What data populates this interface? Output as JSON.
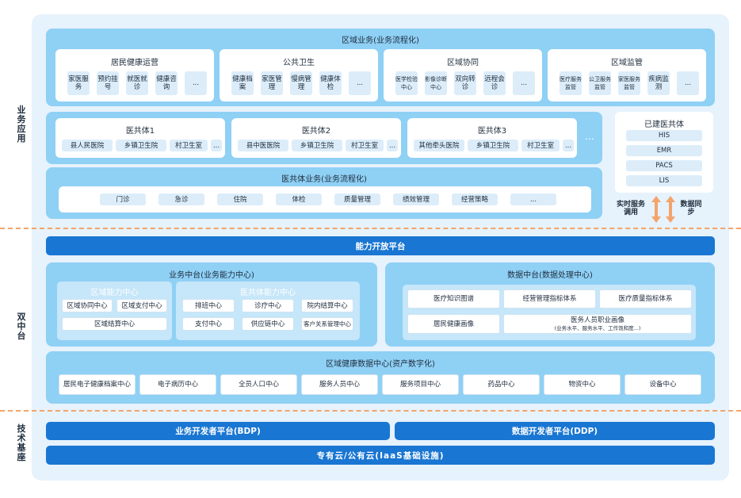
{
  "side_labels": {
    "business": "业务应用",
    "dual": "双中台",
    "tech": "技术基座"
  },
  "regional": {
    "title": "区域业务(业务流程化)",
    "groups": [
      {
        "title": "居民健康运营",
        "items": [
          "家医服务",
          "预约挂号",
          "就医就诊",
          "健康咨询",
          "..."
        ]
      },
      {
        "title": "公共卫生",
        "items": [
          "健康档案",
          "家医管理",
          "慢病管理",
          "健康体检",
          "..."
        ]
      },
      {
        "title": "区域协同",
        "items": [
          "医学检验中心",
          "影像诊断中心",
          "双向转诊",
          "远程会诊",
          "..."
        ]
      },
      {
        "title": "区域监管",
        "items": [
          "医疗服务监管",
          "公卫服务监管",
          "家医服务监管",
          "疾病监测",
          "..."
        ]
      }
    ]
  },
  "alliances": [
    {
      "title": "医共体1",
      "items": [
        "县人民医院",
        "乡镇卫生院",
        "村卫生室",
        "..."
      ]
    },
    {
      "title": "医共体2",
      "items": [
        "县中医医院",
        "乡镇卫生院",
        "村卫生室",
        "..."
      ]
    },
    {
      "title": "医共体3",
      "items": [
        "其他牵头医院",
        "乡镇卫生院",
        "村卫生室",
        "..."
      ]
    }
  ],
  "alliance_more": "...",
  "alliance_business": {
    "title": "医共体业务(业务流程化)",
    "items": [
      "门诊",
      "急诊",
      "住院",
      "体检",
      "质量管理",
      "绩效管理",
      "经营策略",
      "..."
    ]
  },
  "built": {
    "title": "已建医共体",
    "items": [
      "HIS",
      "EMR",
      "PACS",
      "LIS"
    ]
  },
  "sync_labels": {
    "left": "实时服务调用",
    "right": "数据同步"
  },
  "open_platform": "能力开放平台",
  "biz_center": {
    "title": "业务中台(业务能力中心)",
    "regional": {
      "title": "区域能力中心",
      "items": [
        "区域协同中心",
        "区域支付中心",
        "区域结算中心"
      ]
    },
    "alliance": {
      "title": "医共体能力中心",
      "items": [
        "排班中心",
        "诊疗中心",
        "院内结算中心",
        "支付中心",
        "供应链中心",
        "客户关系管理中心"
      ]
    }
  },
  "data_center": {
    "title": "数据中台(数据处理中心)",
    "items": [
      "医疗知识图谱",
      "经营管理指标体系",
      "医疗质量指标体系",
      "居民健康画像"
    ],
    "portrait_title": "医务人员职业画像",
    "portrait_sub": "(业务水平、服务水平、工作饱和度...)"
  },
  "health_data": {
    "title": "区域健康数据中心(资产数字化)",
    "items": [
      "居民电子健康档案中心",
      "电子病历中心",
      "全员人口中心",
      "服务人员中心",
      "服务项目中心",
      "药品中心",
      "物资中心",
      "设备中心"
    ]
  },
  "bdp": "业务开发者平台(BDP)",
  "ddp": "数据开发者平台(DDP)",
  "iaas": "专有云/公有云(IaaS基础设施)",
  "colors": {
    "outer_bg": "#e6f2fc",
    "band": "#8fd0f5",
    "chip": "#dcedf9",
    "bar": "#1976d2",
    "divider": "#f4a46a"
  }
}
